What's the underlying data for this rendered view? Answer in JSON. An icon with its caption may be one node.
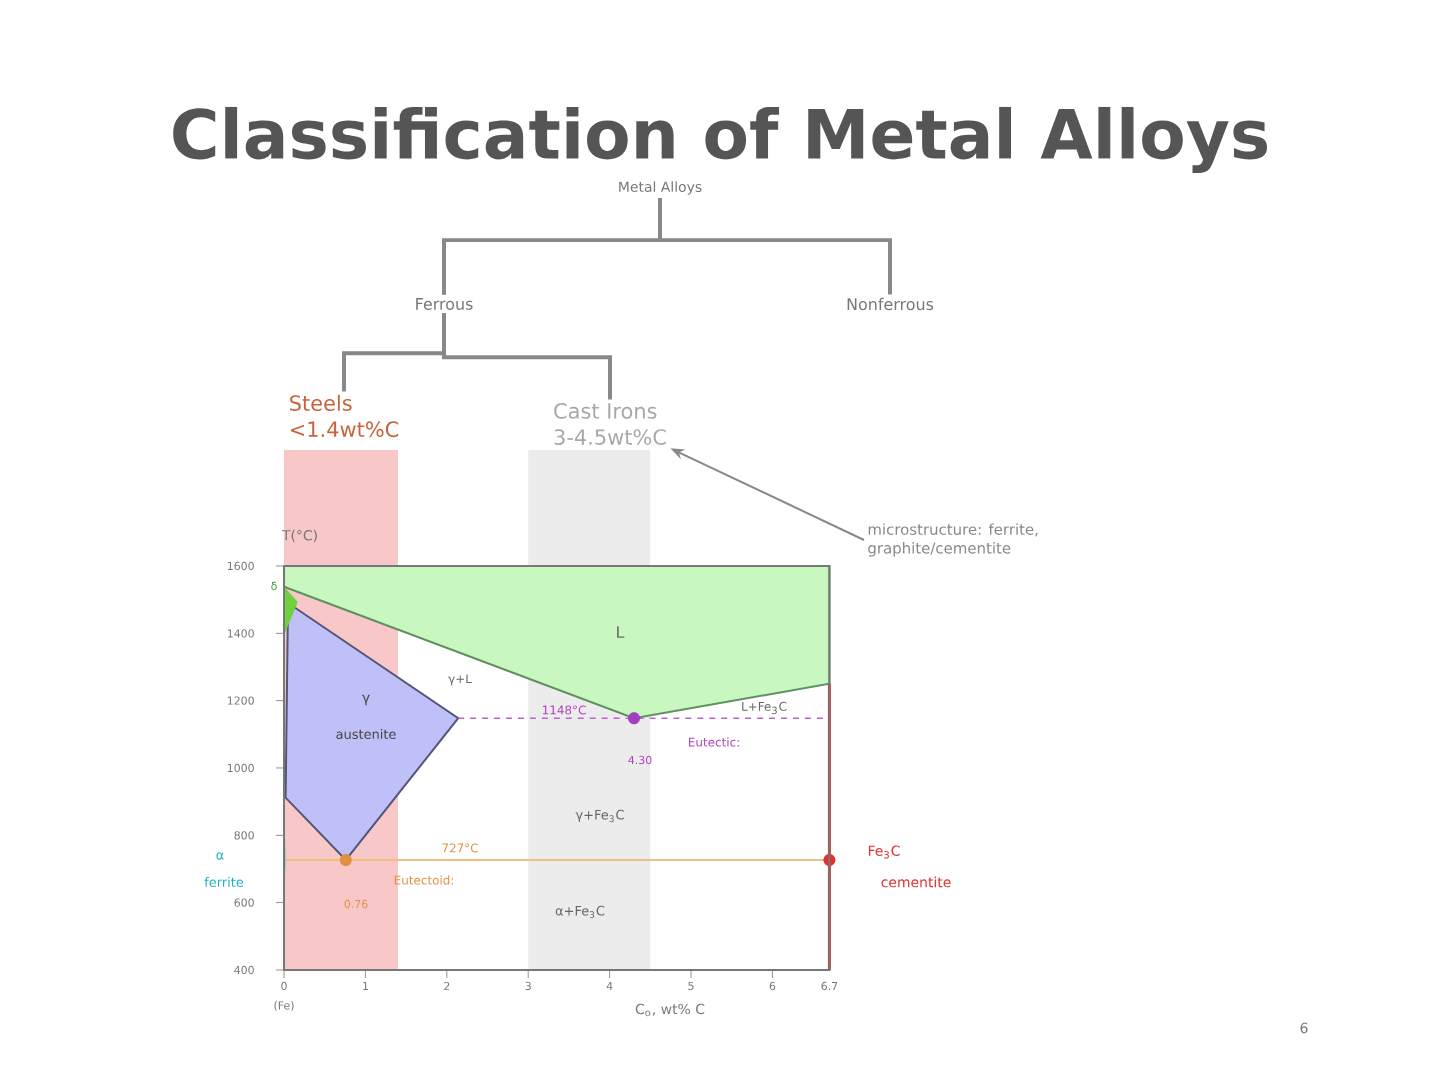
{
  "diagram": {
    "title": "Classification of Metal Alloys",
    "nodes": [
      {
        "text": [
          "Metal Alloys"
        ]
      },
      {
        "text": [
          "Ferrous"
        ]
      },
      {
        "text": [
          "Nonferrous"
        ]
      },
      {
        "text": [
          "Steels",
          "<1.4wt%C"
        ]
      },
      {
        "text": [
          "Cast Irons",
          "3-4.5wt%C"
        ]
      },
      {
        "text": [
          "microstructure: ferrite, graphite/cementite"
        ]
      }
    ],
    "edges": [
      {
        "from": 0,
        "to": 1,
        "arrow": "none"
      },
      {
        "from": 0,
        "to": 2,
        "arrow": "none"
      },
      {
        "from": 1,
        "to": 3,
        "arrow": "none"
      },
      {
        "from": 1,
        "to": 4,
        "arrow": "none"
      },
      {
        "from": 5,
        "to": 4,
        "arrow": "to"
      }
    ],
    "labels": [
      "T(°C)",
      "1600",
      "1400",
      "1200",
      "1000",
      "800",
      "600",
      "400",
      "L",
      "γ+L",
      "γ",
      "austenite",
      "1148°C",
      "L+Fe$_{3}$C",
      "Eutectic:",
      "4.30",
      "γ+Fe$_{3}$C",
      "727°C",
      "Eutectoid:",
      "0.76",
      "α+Fe$_{3}$C",
      "α",
      "ferrite",
      "δ",
      "Fe$_{3}$C",
      "cementite",
      "0",
      "(Fe)",
      "1",
      "2",
      "3",
      "4",
      "5",
      "6",
      "6.7",
      "C$_{o}$, wt% C",
      "6"
    ]
  }
}
